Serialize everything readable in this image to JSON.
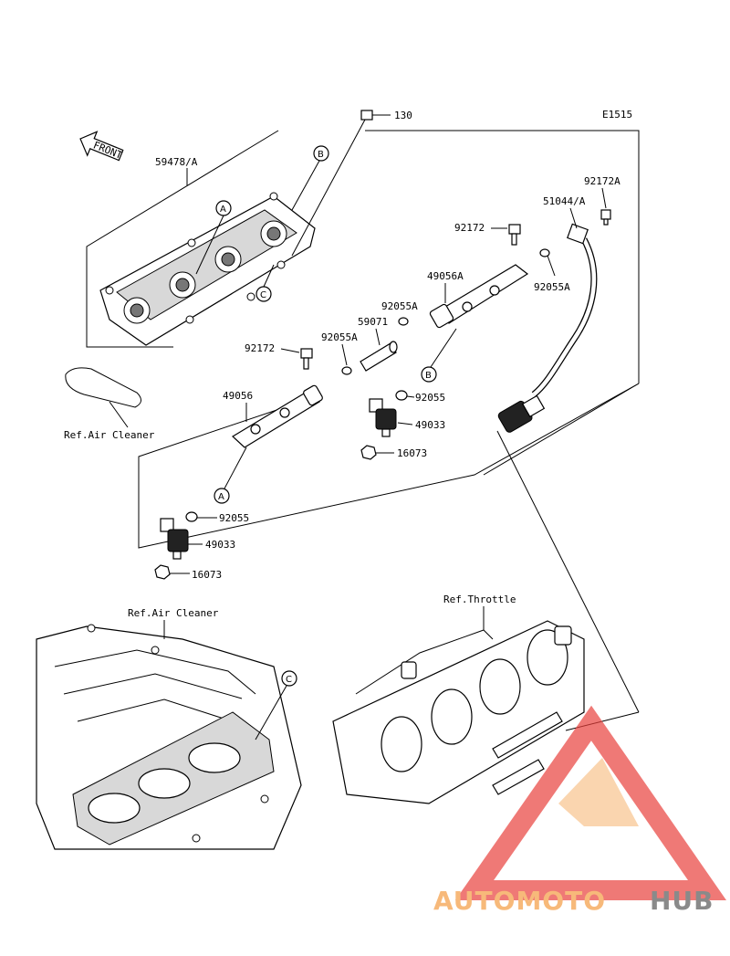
{
  "diagram_code": "E1515",
  "front_label": "FRONT",
  "part_labels": {
    "p130": "130",
    "p59478A": "59478/A",
    "p92172A": "92172A",
    "p51044A": "51044/A",
    "p92172_top": "92172",
    "p49056A": "49056A",
    "p92055A_upper": "92055A",
    "p92055A_right": "92055A",
    "p59071": "59071",
    "p92055A_lower": "92055A",
    "p92172_left": "92172",
    "p49056": "49056",
    "p92055_right": "92055",
    "p49033_right": "49033",
    "p16073_right": "16073",
    "p92055_left": "92055",
    "p49033_left": "49033",
    "p16073_left": "16073"
  },
  "ref_labels": {
    "air_cleaner_upper": "Ref.Air Cleaner",
    "air_cleaner_lower": "Ref.Air Cleaner",
    "throttle": "Ref.Throttle"
  },
  "callouts": {
    "a1": "A",
    "a2": "A",
    "b1": "B",
    "b2": "B",
    "c1": "C",
    "c2": "C"
  },
  "watermark": {
    "part1": "AUTOMOTO",
    "part2": "HUB",
    "color_light": "#f7b97a",
    "color_red": "#e8403c",
    "color_grey": "#8a8a8a"
  }
}
